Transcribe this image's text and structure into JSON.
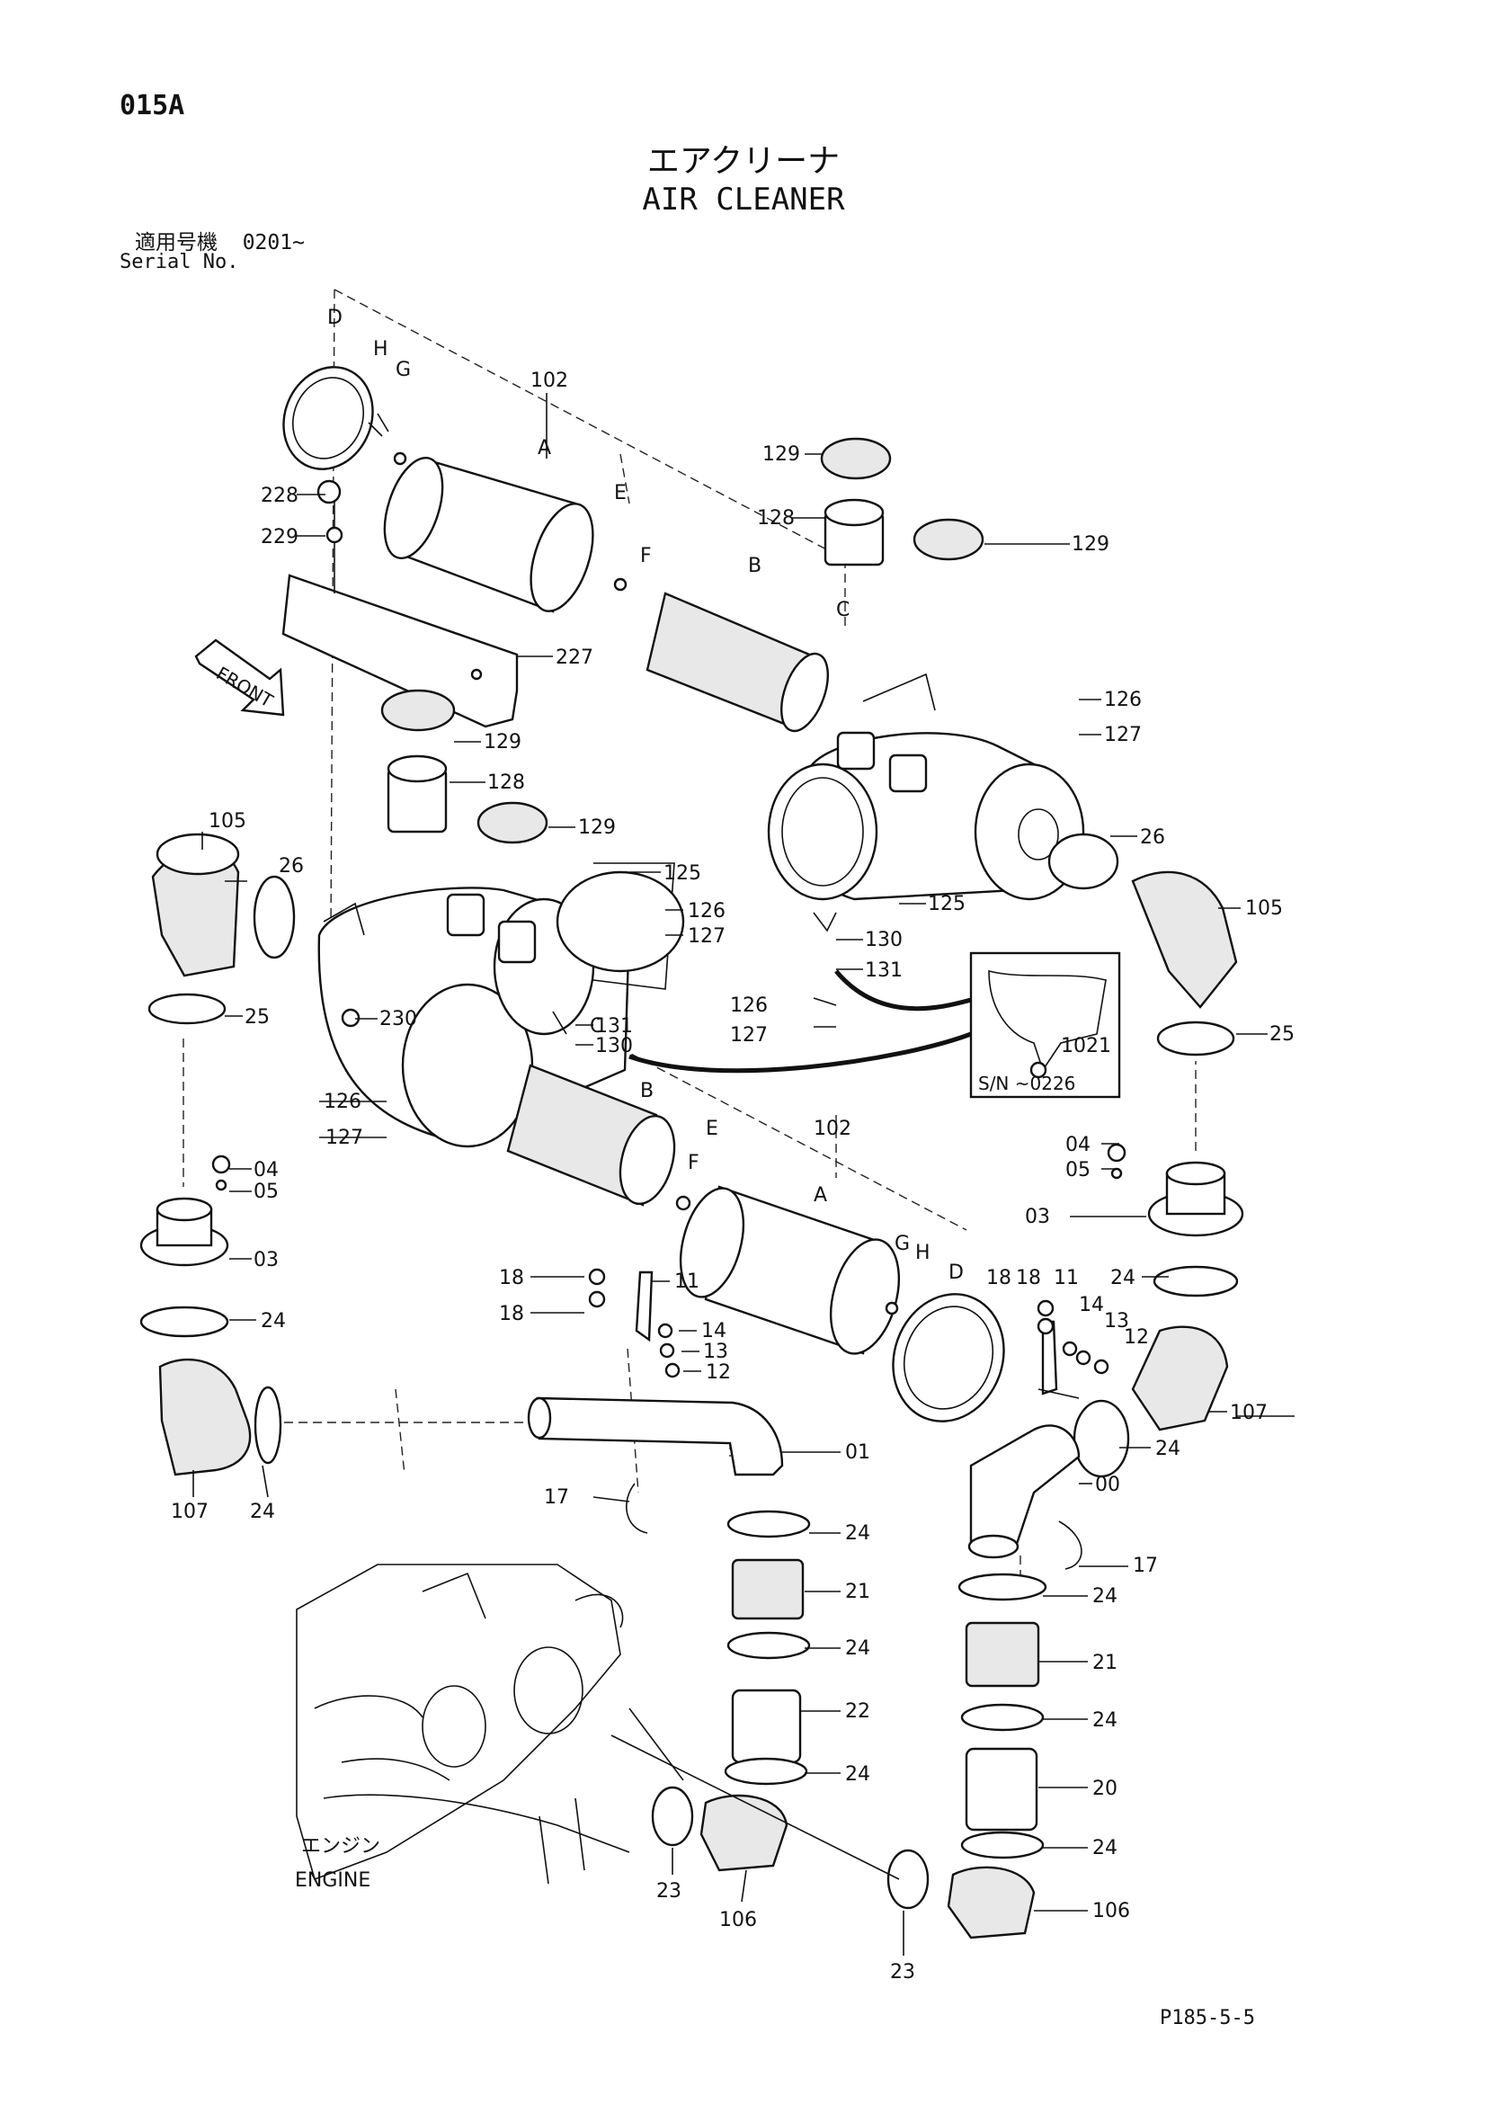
{
  "header": {
    "page_id": "015A",
    "title_jp": "エアクリーナ",
    "title_en": "AIR CLEANER",
    "serial_label_jp": "適用号機",
    "serial_value": "0201~",
    "serial_label_en": "Serial No."
  },
  "footer": {
    "code": "P185-5-5"
  },
  "diagram": {
    "front_label": "FRONT",
    "engine_label_jp": "エンジン",
    "engine_label_en": "ENGINE",
    "inset_label": "S/N ~0226",
    "callouts": {
      "c102a": "102",
      "c102b": "102",
      "c1021": "1021",
      "c228": "228",
      "c229": "229",
      "c227": "227",
      "c230": "230",
      "c129a": "129",
      "c129b": "129",
      "c129c": "129",
      "c129d": "129",
      "c128a": "128",
      "c128b": "128",
      "c126a": "126",
      "c126b": "126",
      "c126c": "126",
      "c126d": "126",
      "c127a": "127",
      "c127b": "127",
      "c127c": "127",
      "c127d": "127",
      "c125a": "125",
      "c125b": "125",
      "c130a": "130",
      "c130b": "130",
      "c131a": "131",
      "c131b": "131",
      "c105a": "105",
      "c105b": "105",
      "c26a": "26",
      "c26b": "26",
      "c25a": "25",
      "c25b": "25",
      "c04a": "04",
      "c04b": "04",
      "c05a": "05",
      "c05b": "05",
      "c03a": "03",
      "c03b": "03",
      "c24a": "24",
      "c24b": "24",
      "c24c": "24",
      "c24d": "24",
      "c24e": "24",
      "c24f": "24",
      "c24g": "24",
      "c24h": "24",
      "c24i": "24",
      "c24j": "24",
      "c107a": "107",
      "c107b": "107",
      "c18a": "18",
      "c18b": "18",
      "c18c": "18",
      "c18d": "18",
      "c11a": "11",
      "c11b": "11",
      "c14a": "14",
      "c14b": "14",
      "c13a": "13",
      "c13b": "13",
      "c12a": "12",
      "c12b": "12",
      "c01": "01",
      "c00": "00",
      "c17a": "17",
      "c17b": "17",
      "c21a": "21",
      "c21b": "21",
      "c22": "22",
      "c20": "20",
      "c23a": "23",
      "c23b": "23",
      "c106a": "106",
      "c106b": "106"
    },
    "letters": {
      "la1": "A",
      "lb1": "B",
      "lc1": "C",
      "ld1": "D",
      "le1": "E",
      "lf1": "F",
      "lg1": "G",
      "lh1": "H",
      "la2": "A",
      "lb2": "B",
      "lc2": "C",
      "ld2": "D",
      "le2": "E",
      "lf2": "F",
      "lg2": "G",
      "lh2": "H"
    }
  }
}
